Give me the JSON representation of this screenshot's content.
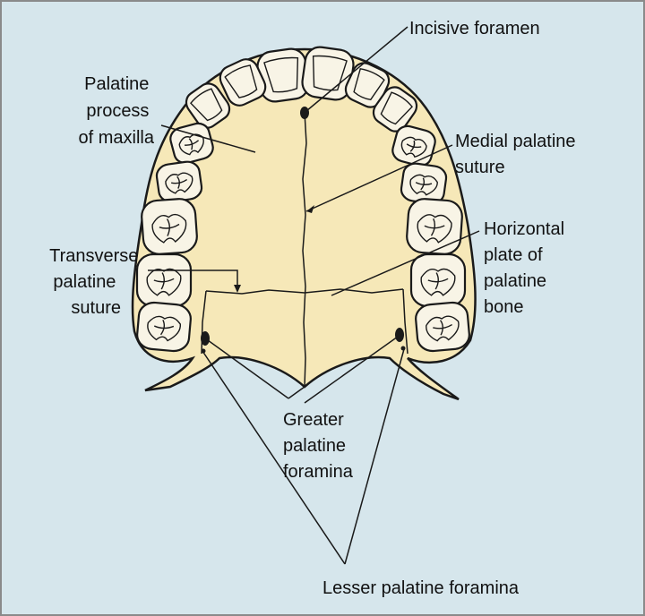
{
  "colors": {
    "background": "#d6e6ec",
    "bone": "#f6e8b8",
    "tooth": "#f8f4e6",
    "outline": "#1a1a1a"
  },
  "labels": {
    "incisive_foramen": "Incisive foramen",
    "palatine_process": [
      "Palatine",
      "process",
      "of maxilla"
    ],
    "medial_palatine_suture": [
      "Medial palatine",
      "suture"
    ],
    "horizontal_plate": [
      "Horizontal",
      "plate of",
      "palatine",
      "bone"
    ],
    "transverse_palatine_suture": [
      "Transverse",
      "palatine",
      "suture"
    ],
    "greater_palatine_foramina": [
      "Greater",
      "palatine",
      "foramina"
    ],
    "lesser_palatine_foramina": "Lesser palatine foramina"
  }
}
